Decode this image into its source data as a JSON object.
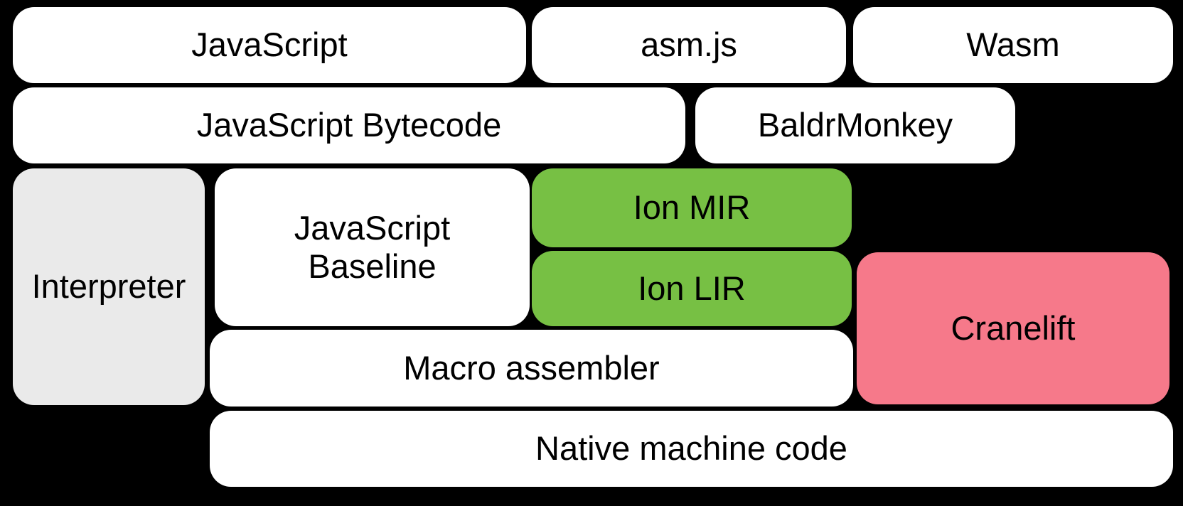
{
  "diagram": {
    "title_semantic": "SpiderMonkey compilation pipeline with Cranelift",
    "background": "#000000",
    "colors": {
      "box_default": "#FFFFFF",
      "box_muted": "#EAEAEA",
      "box_green": "#77C044",
      "box_pink": "#F6798A",
      "text": "#000000"
    },
    "nodes": {
      "javascript": {
        "label": "JavaScript"
      },
      "asmjs": {
        "label": "asm.js"
      },
      "wasm": {
        "label": "Wasm"
      },
      "bytecode": {
        "label": "JavaScript Bytecode"
      },
      "baldrmonkey": {
        "label": "BaldrMonkey"
      },
      "interpreter": {
        "label": "Interpreter"
      },
      "baseline": {
        "label": "JavaScript Baseline",
        "line1": "JavaScript",
        "line2": "Baseline"
      },
      "ion_mir": {
        "label": "Ion MIR"
      },
      "ion_lir": {
        "label": "Ion LIR"
      },
      "cranelift": {
        "label": "Cranelift"
      },
      "macro_assembler": {
        "label": "Macro assembler"
      },
      "native": {
        "label": "Native machine code"
      }
    }
  }
}
